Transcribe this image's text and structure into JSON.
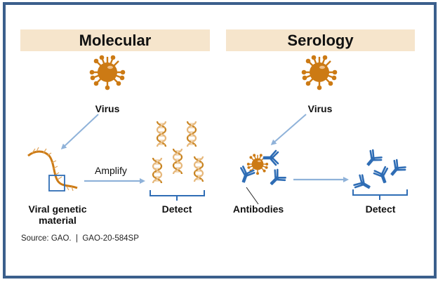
{
  "colors": {
    "frame": "#3b5f8c",
    "header_bg": "#f6e5cc",
    "virus": "#cc7a14",
    "arrow": "#8fb2d9",
    "antibody": "#2f6db5",
    "bracket": "#2f6db5",
    "dna_dark": "#c8831f",
    "dna_light": "#e6b77a"
  },
  "molecular": {
    "title": "Molecular",
    "virus_label": "Virus",
    "genetic_label_line1": "Viral genetic",
    "genetic_label_line2": "material",
    "arrow_label": "Amplify",
    "detect_label": "Detect"
  },
  "serology": {
    "title": "Serology",
    "virus_label": "Virus",
    "antibodies_label": "Antibodies",
    "detect_label": "Detect"
  },
  "source": "Source: GAO.  |  GAO-20-584SP",
  "icons": [
    "virus-icon",
    "rna-strand-icon",
    "dna-helix-icon",
    "antibody-icon",
    "arrow-icon",
    "bracket-icon"
  ]
}
